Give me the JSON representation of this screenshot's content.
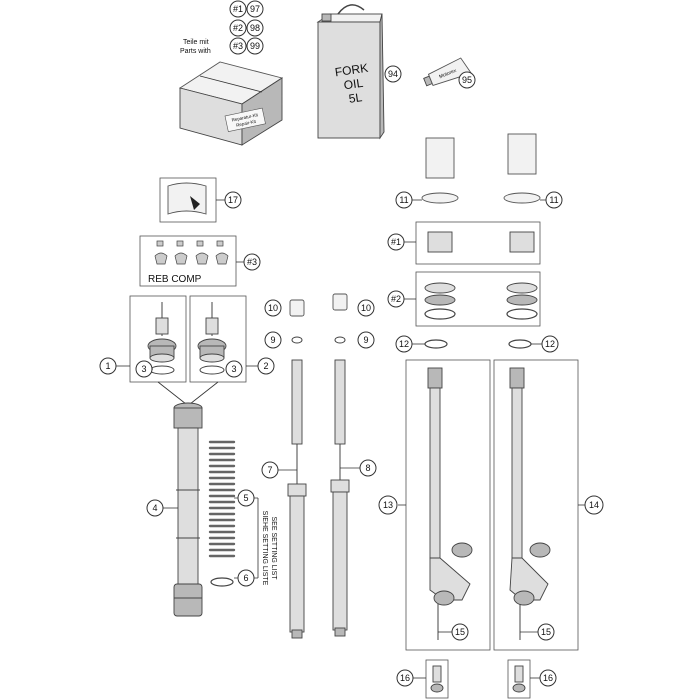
{
  "kit": {
    "line1": "Teile mit",
    "line2": "Parts with",
    "box_line1": "Reparatur-Kit",
    "box_line2": "Repair-Kit"
  },
  "can": {
    "line1": "FORK",
    "line2": "OIL",
    "line3": "5L"
  },
  "tube_label": "Motorex",
  "reb_comp": "REB COMP",
  "note": {
    "line1": "SIEHE SETTING LISTE",
    "line2": "SEE SETTING LIST"
  },
  "kit_refs": [
    {
      "code": "#1",
      "num": "97"
    },
    {
      "code": "#2",
      "num": "98"
    },
    {
      "code": "#3",
      "num": "99"
    }
  ],
  "callouts": [
    "1",
    "2",
    "3",
    "3",
    "4",
    "5",
    "6",
    "7",
    "8",
    "9",
    "9",
    "10",
    "10",
    "11",
    "11",
    "12",
    "12",
    "13",
    "14",
    "15",
    "15",
    "16",
    "16",
    "17",
    "#1",
    "#2",
    "#3",
    "94",
    "95"
  ]
}
